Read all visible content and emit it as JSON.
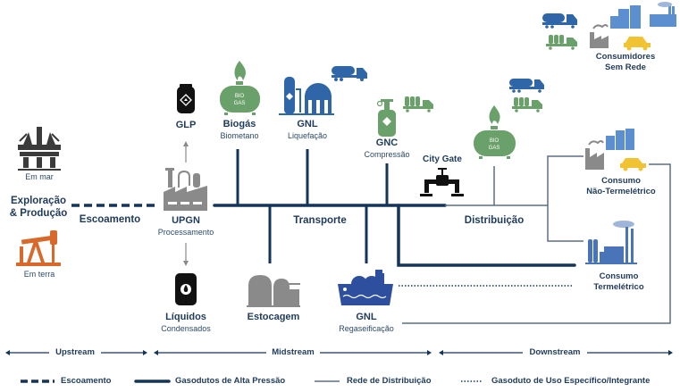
{
  "colors": {
    "navy": "#14345a",
    "gray_line": "#5b6e85",
    "green": "#6aa06a",
    "blue": "#2e66a8",
    "light_blue": "#5b8fd0",
    "orange": "#d9692a",
    "gray_icon": "#8a8a8a",
    "yellow": "#f1c232",
    "black": "#111111"
  },
  "nodes": {
    "em_mar": {
      "label": "Em mar",
      "icon": "offshore-platform-icon"
    },
    "em_terra": {
      "label": "Em terra",
      "icon": "pumpjack-icon"
    },
    "exploracao": {
      "line1": "Exploração",
      "line2": "& Produção"
    },
    "escoamento": {
      "label": "Escoamento"
    },
    "upgn": {
      "title": "UPGN",
      "subtitle": "Processamento",
      "icon": "processing-plant-icon"
    },
    "glp": {
      "title": "GLP",
      "icon": "gas-cylinder-icon"
    },
    "biogas": {
      "title": "Biogás",
      "subtitle": "Biometano",
      "icon": "biogas-tank-icon",
      "tank_text1": "BIO",
      "tank_text2": "GAS"
    },
    "gnl_liq": {
      "title": "GNL",
      "subtitle": "Liquefação",
      "icon": "liquefaction-plant-icon"
    },
    "gnc": {
      "title": "GNC",
      "subtitle": "Compressão",
      "icon": "cng-cylinder-icon"
    },
    "city_gate": {
      "title": "City Gate",
      "icon": "valve-icon"
    },
    "transporte": {
      "label": "Transporte"
    },
    "distribuicao": {
      "label": "Distribuição"
    },
    "liquidos": {
      "title": "Líquidos",
      "subtitle": "Condensados",
      "icon": "oil-barrel-icon"
    },
    "estocagem": {
      "title": "Estocagem",
      "icon": "storage-tanks-icon"
    },
    "gnl_reg": {
      "title": "GNL",
      "subtitle": "Regaseificação",
      "icon": "lng-ship-icon"
    },
    "biogas_dist": {
      "icon": "biogas-tank-icon",
      "tank_text1": "BIO",
      "tank_text2": "GAS"
    },
    "consumidores": {
      "line1": "Consumidores",
      "line2": "Sem Rede"
    },
    "nao_termo": {
      "line1": "Consumo",
      "line2": "Não-Termelétrico"
    },
    "termo": {
      "line1": "Consumo",
      "line2": "Termelétrico"
    }
  },
  "stages": [
    {
      "label": "Upstream"
    },
    {
      "label": "Midstream"
    },
    {
      "label": "Downstream"
    }
  ],
  "legend": [
    {
      "style": "dashed",
      "label": "Escoamento"
    },
    {
      "style": "thick",
      "label": "Gasodutos de Alta Pressão"
    },
    {
      "style": "thin",
      "label": "Rede de Distribuição"
    },
    {
      "style": "dotted",
      "label": "Gasoduto de Uso Específico/Integrante"
    }
  ]
}
